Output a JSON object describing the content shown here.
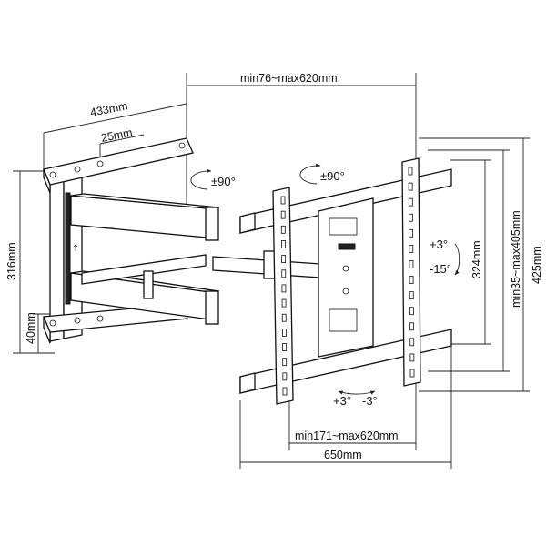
{
  "dimensions": {
    "arm_depth": "433mm",
    "wall_plate_width": "25mm",
    "arm_extension": "min76~max620mm",
    "wall_plate_height": "316mm",
    "wall_plate_bottom": "40mm",
    "vertical_hole_spacing": "324mm",
    "vertical_range": "min35~max405mm",
    "overall_height": "425mm",
    "horizontal_hole_spacing": "min171~max620mm",
    "overall_width": "650mm"
  },
  "adjustments": {
    "arm_swivel": "±90°",
    "rotation": "±90°",
    "tilt_up": "+3°",
    "tilt_down": "-15°",
    "level_plus": "+3°",
    "level_minus": "-3°"
  }
}
